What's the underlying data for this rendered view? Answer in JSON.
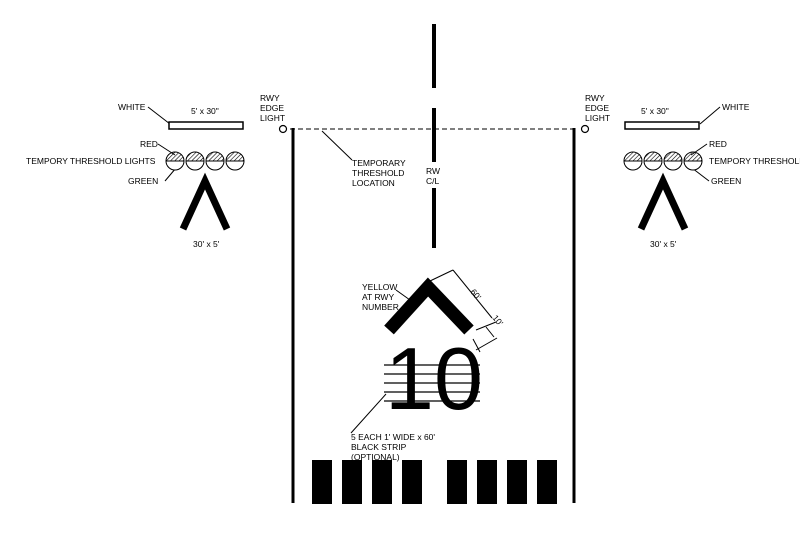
{
  "colors": {
    "ink": "#000000",
    "background": "#ffffff"
  },
  "left_panel": {
    "white_label": "WHITE",
    "white_dim": "5' x 30\"",
    "red_label": "RED",
    "lights_label": "TEMPORY THRESHOLD LIGHTS",
    "green_label": "GREEN",
    "chevron_dim": "30' x 5'"
  },
  "right_panel": {
    "white_label": "WHITE",
    "white_dim": "5' x 30\"",
    "red_label": "RED",
    "lights_label": "TEMPORY THRESHOLD LIGHTS",
    "green_label": "GREEN",
    "chevron_dim": "30' x 5'"
  },
  "edge_light_left": {
    "line1": "RWY",
    "line2": "EDGE",
    "line3": "LIGHT"
  },
  "edge_light_right": {
    "line1": "RWY",
    "line2": "EDGE",
    "line3": "LIGHT"
  },
  "threshold_note": {
    "line1": "TEMPORARY",
    "line2": "THRESHOLD",
    "line3": "LOCATION"
  },
  "centerline_note": {
    "line1": "RW",
    "line2": "C/L"
  },
  "yellow_note": {
    "line1": "YELLOW",
    "line2": "AT RWY",
    "line3": "NUMBER"
  },
  "dimensions": {
    "chevron_length": "60'",
    "chevron_offset": "10'"
  },
  "runway_number": "10",
  "strip_note": {
    "line1": "5 EACH 1' WIDE x 60'",
    "line2": "BLACK STRIP",
    "line3": "(OPTIONAL)"
  }
}
